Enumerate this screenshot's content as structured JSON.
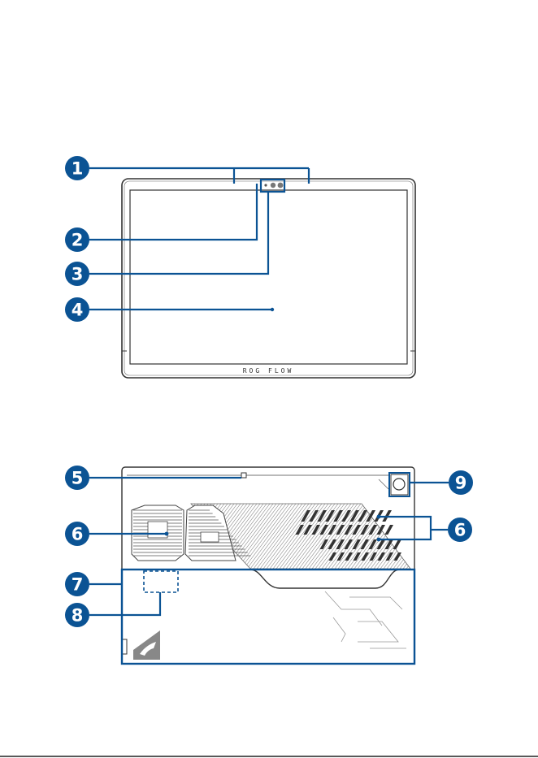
{
  "colors": {
    "callout": "#0b5394",
    "badge_text": "#ffffff",
    "outline": "#333333",
    "pattern": "#555555"
  },
  "front_view": {
    "bezel_logo": "ROG FLOW",
    "callouts": [
      {
        "number": "1"
      },
      {
        "number": "2"
      },
      {
        "number": "3"
      },
      {
        "number": "4"
      }
    ]
  },
  "rear_view": {
    "callouts": [
      {
        "number": "5"
      },
      {
        "number": "6"
      },
      {
        "number": "6"
      },
      {
        "number": "7"
      },
      {
        "number": "8"
      },
      {
        "number": "9"
      }
    ]
  }
}
